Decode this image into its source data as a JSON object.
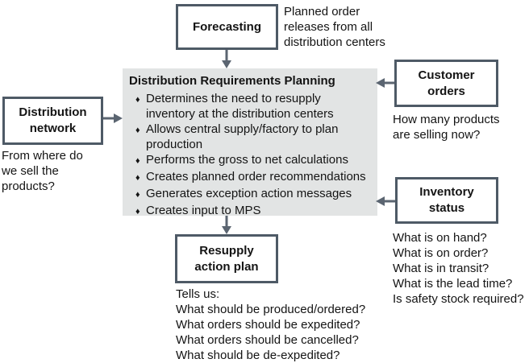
{
  "diagram": {
    "forecasting": {
      "title_lines": [
        "Forecasting"
      ],
      "note_lines": [
        "Planned order",
        "releases from all",
        "distribution centers"
      ]
    },
    "drp": {
      "title": "Distribution Requirements Planning",
      "bullet_icon": "♦",
      "bullets": [
        [
          "Determines the need to resupply",
          "inventory at the distribution centers"
        ],
        [
          "Allows central supply/factory to plan",
          "production"
        ],
        [
          "Performs the gross to net calculations"
        ],
        [
          "Creates planned order recommendations"
        ],
        [
          "Generates exception action messages"
        ],
        [
          "Creates input to MPS"
        ]
      ]
    },
    "distribution_network": {
      "title_lines": [
        "Distribution",
        "network"
      ],
      "note_lines": [
        "From where do",
        "we sell the",
        "products?"
      ]
    },
    "customer_orders": {
      "title_lines": [
        "Customer",
        "orders"
      ],
      "note_lines": [
        "How many products",
        "are selling now?"
      ]
    },
    "inventory_status": {
      "title_lines": [
        "Inventory",
        "status"
      ],
      "note_lines": [
        "What is on hand?",
        "What is on order?",
        "What is in transit?",
        "What is the lead time?",
        "Is safety stock required?"
      ]
    },
    "resupply": {
      "title_lines": [
        "Resupply",
        "action plan"
      ],
      "note_lines": [
        "Tells us:",
        "What should be produced/ordered?",
        "What orders should be expedited?",
        "What orders should be cancelled?",
        "What should be de-expedited?"
      ]
    },
    "colors": {
      "box_border": "#4e5a66",
      "arrow": "#5b6571",
      "drp_background": "#e2e4e4"
    }
  }
}
